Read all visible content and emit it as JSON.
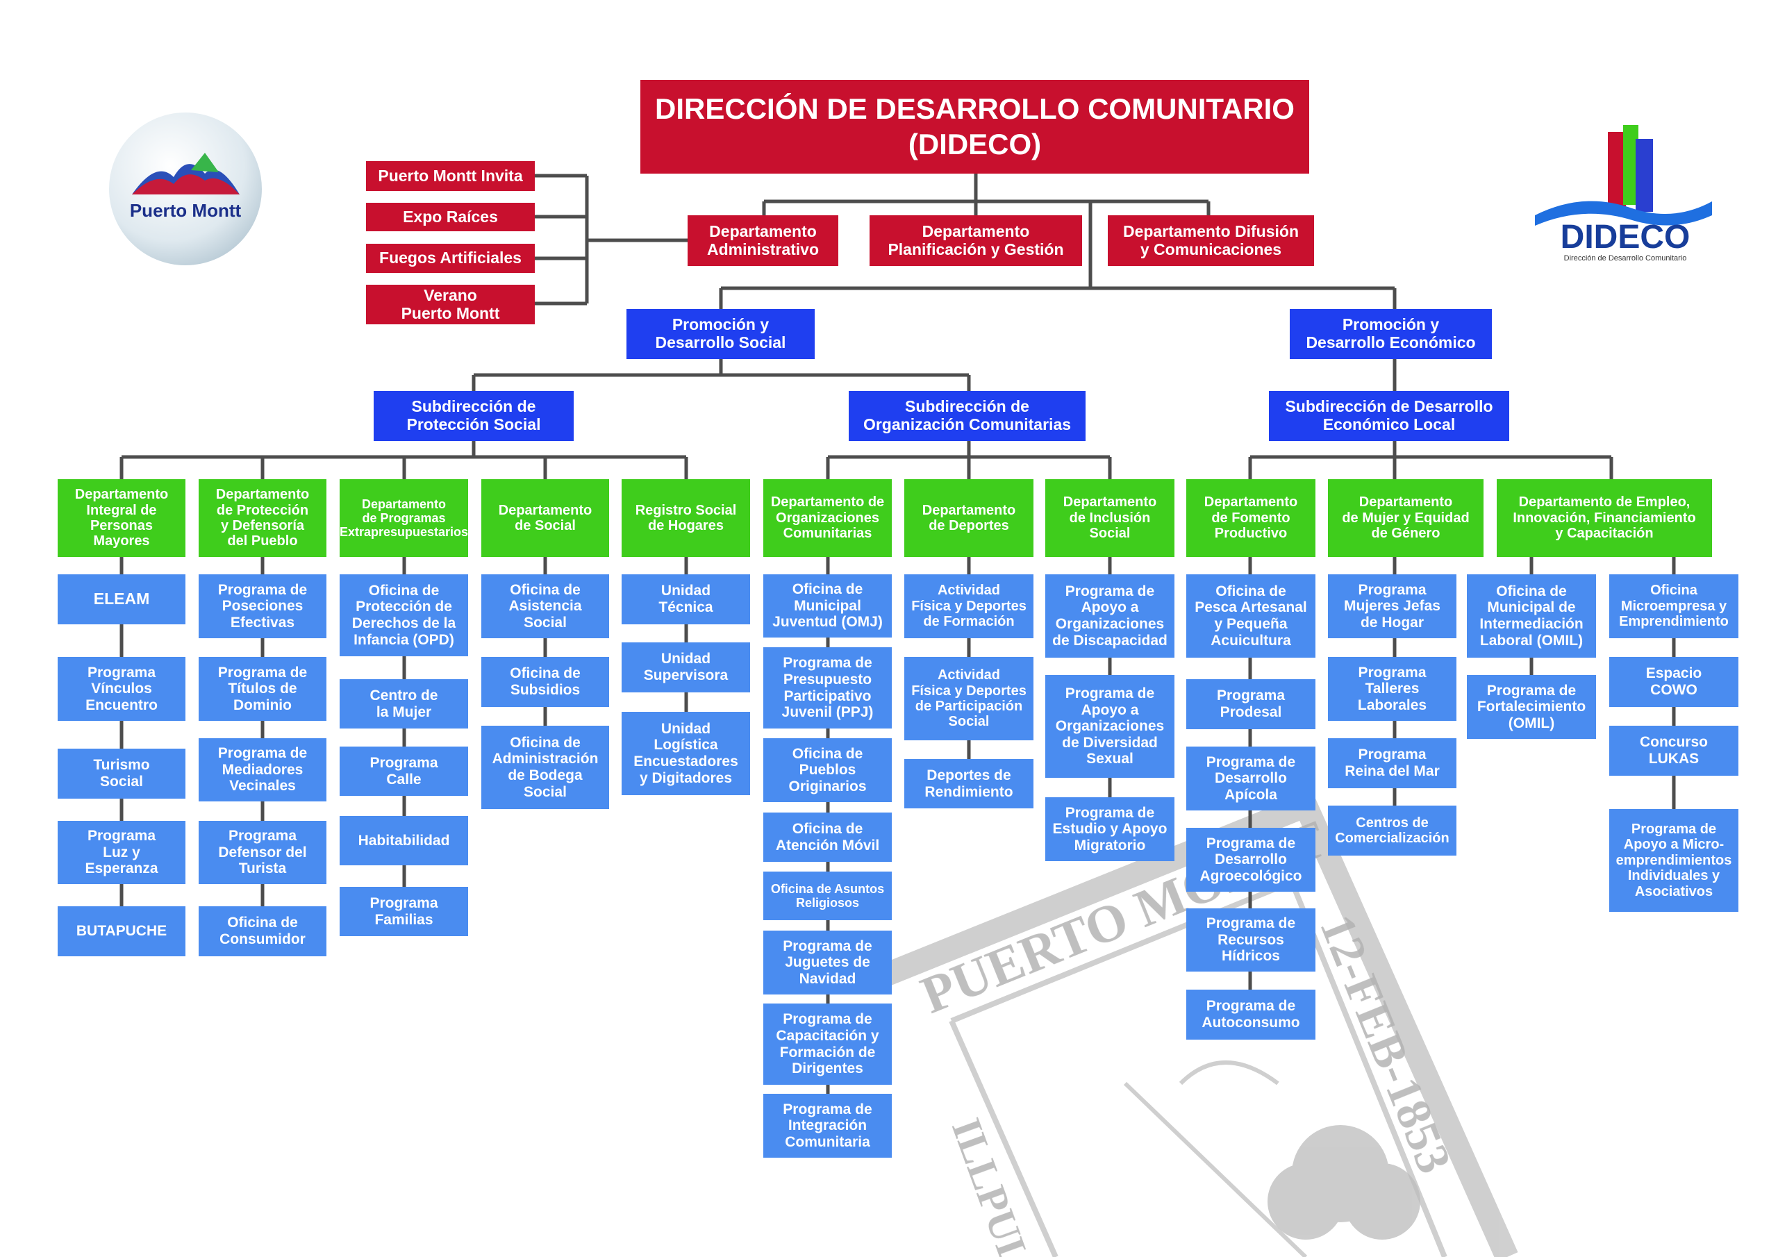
{
  "colors": {
    "title_red": "#c8102e",
    "level_blue": "#1f3ff0",
    "department_green": "#3fcd1c",
    "program_light_blue": "#4a8cf0",
    "connector_gray": "#4d4d4d"
  },
  "logos": {
    "puerto_montt": "Puerto Montt",
    "dideco": "DIDECO",
    "dideco_sub": "Dirección de Desarrollo Comunitario"
  },
  "watermark": {
    "top_text": "PUERTO MONTT",
    "date_text": "12-FEB-1853",
    "left_text": "ILLPULLI"
  },
  "title": "DIRECCIÓN DE DESARROLLO COMUNITARIO\n(DIDECO)",
  "events": [
    "Puerto Montt Invita",
    "Expo Raíces",
    "Fuegos Artificiales",
    "Verano\nPuerto Montt"
  ],
  "departments_top": [
    "Departamento\nAdministrativo",
    "Departamento\nPlanificación y Gestión",
    "Departamento Difusión\ny Comunicaciones"
  ],
  "areas": {
    "social": "Promoción y\nDesarrollo Social",
    "economic": "Promoción y\nDesarrollo Económico"
  },
  "subdirections": {
    "proteccion": "Subdirección de\nProtección Social",
    "organizacion": "Subdirección de\nOrganización Comunitarias",
    "economico": "Subdirección de Desarrollo\nEconómico Local"
  },
  "columns": [
    {
      "dept": "Departamento\nIntegral de\nPersonas\nMayores",
      "items": [
        "ELEAM",
        "Programa\nVínculos\nEncuentro",
        "Turismo\nSocial",
        "Programa\nLuz y\nEsperanza",
        "BUTAPUCHE"
      ]
    },
    {
      "dept": "Departamento\nde Protección\ny Defensoría\ndel Pueblo",
      "items": [
        "Programa de\nPoseciones\nEfectivas",
        "Programa de\nTítulos de\nDominio",
        "Programa de\nMediadores\nVecinales",
        "Programa\nDefensor del\nTurista",
        "Oficina de\nConsumidor"
      ]
    },
    {
      "dept": "Departamento\nde Programas\nExtrapresupuestarios",
      "items": [
        "Oficina de\nProtección de\nDerechos de la\nInfancia (OPD)",
        "Centro de\nla Mujer",
        "Programa\nCalle",
        "Habitabilidad",
        "Programa\nFamilias"
      ]
    },
    {
      "dept": "Departamento\nde Social",
      "items": [
        "Oficina de\nAsistencia\nSocial",
        "Oficina de\nSubsidios",
        "Oficina de\nAdministración\nde Bodega\nSocial"
      ]
    },
    {
      "dept": "Registro Social\nde Hogares",
      "items": [
        "Unidad\nTécnica",
        "Unidad\nSupervisora",
        "Unidad\nLogística\nEncuestadores\ny Digitadores"
      ]
    },
    {
      "dept": "Departamento de\nOrganizaciones\nComunitarias",
      "items": [
        "Oficina de\nMunicipal\nJuventud (OMJ)",
        "Programa de\nPresupuesto\nParticipativo\nJuvenil (PPJ)",
        "Oficina de\nPueblos\nOriginarios",
        "Oficina de\nAtención Móvil",
        "Oficina de Asuntos\nReligiosos",
        "Programa de\nJuguetes de\nNavidad",
        "Programa de\nCapacitación y\nFormación de\nDirigentes",
        "Programa de\nIntegración\nComunitaria"
      ]
    },
    {
      "dept": "Departamento\nde Deportes",
      "items": [
        "Actividad\nFísica y Deportes\nde Formación",
        "Actividad\nFísica y Deportes\nde Participación\nSocial",
        "Deportes  de\nRendimiento"
      ]
    },
    {
      "dept": "Departamento\nde Inclusión\nSocial",
      "items": [
        "Programa de\nApoyo a\nOrganizaciones\nde Discapacidad",
        "Programa de\nApoyo a\nOrganizaciones\nde Diversidad\nSexual",
        "Programa de\nEstudio y Apoyo\nMigratorio"
      ]
    },
    {
      "dept": "Departamento\nde Fomento\nProductivo",
      "items": [
        "Oficina de\nPesca Artesanal\ny Pequeña\nAcuicultura",
        "Programa\nProdesal",
        "Programa de\nDesarrollo\nApícola",
        "Programa de\nDesarrollo\nAgroecológico",
        "Programa de\nRecursos\nHídricos",
        "Programa de\nAutoconsumo"
      ]
    },
    {
      "dept": "Departamento\nde Mujer y Equidad\nde Género",
      "items": [
        "Programa\nMujeres Jefas\nde Hogar",
        "Programa\nTalleres\nLaborales",
        "Programa\nReina del Mar",
        "Centros de\nComercialización"
      ]
    },
    {
      "dept": "Departamento de Empleo,\nInnovación, Financiamiento\ny Capacitación",
      "sub_a": [
        "Oficina de\nMunicipal de\nIntermediación\nLaboral (OMIL)",
        "Programa de\nFortalecimiento\n(OMIL)"
      ],
      "sub_b": [
        "Oficina\nMicroempresa y\nEmprendimiento",
        "Espacio\nCOWO",
        "Concurso\nLUKAS",
        "Programa de\nApoyo a Micro-\nemprendimientos\nIndividuales y\nAsociativos"
      ]
    }
  ]
}
